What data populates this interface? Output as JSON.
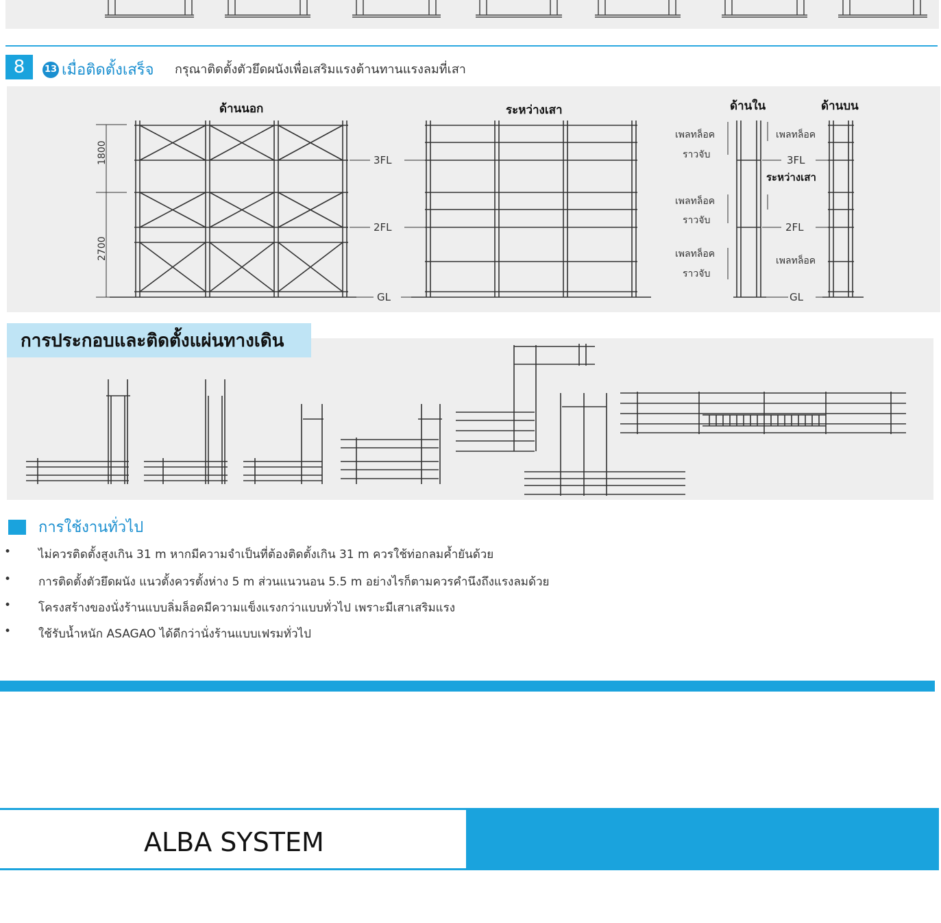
{
  "step": {
    "number": "8",
    "badge": "13",
    "title": "เมื่อติดตั้งเสร็จ",
    "description": "กรุณาติดตั้งตัวยึดผนังเพื่อเสริมแรงต้านทานแรงลมที่เสา"
  },
  "diagram": {
    "view_outside": "ด้านนอก",
    "view_between": "ระหว่างเสา",
    "view_inside": "ด้านใน",
    "view_top": "ด้านบน",
    "dim_upper": "1800",
    "dim_lower": "2700",
    "level_3fl": "3FL",
    "level_2fl": "2FL",
    "level_gl": "GL",
    "plate_lock": "เพลทล็อค",
    "handrail": "ราวจับ",
    "between_post": "ระหว่างเสา"
  },
  "walkway": {
    "heading": "การประกอบและติดตั้งแผ่นทางเดิน"
  },
  "general": {
    "heading": "การใช้งานทั่วไป",
    "items": [
      "ไม่ควรติดตั้งสูงเกิน 31 m หากมีความจำเป็นที่ต้องติดตั้งเกิน 31 m ควรใช้ท่อกลมค้ำยันด้วย",
      "การติดตั้งตัวยึดผนัง แนวตั้งควรตั้งห่าง 5 m ส่วนแนวนอน 5.5 m อย่างไรก็ตามควรคำนึงถึงแรงลมด้วย",
      "โครงสร้างของนั่งร้านแบบลิ่มล็อคมีความแข็งแรงกว่าแบบทั่วไป เพราะมีเสาเสริมแรง",
      "ใช้รับน้ำหนัก ASAGAO ได้ดีกว่านั่งร้านแบบเฟรมทั่วไป"
    ],
    "bullet": "•"
  },
  "footer": {
    "title": "ALBA SYSTEM"
  },
  "colors": {
    "accent": "#1aa3dd",
    "light_accent": "#bfe4f5",
    "panel": "#eeeeee"
  }
}
